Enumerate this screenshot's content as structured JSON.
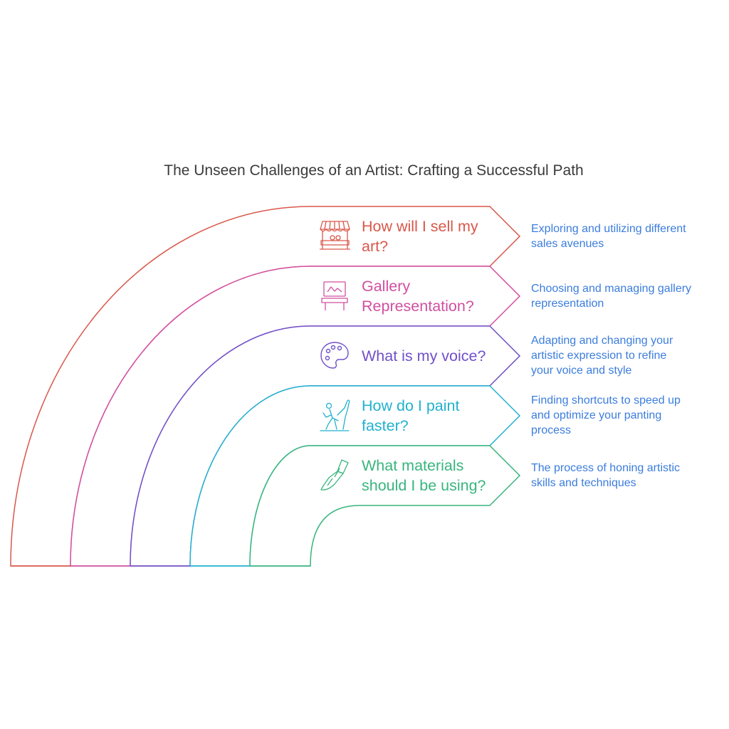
{
  "title": "The Unseen Challenges of an Artist: Crafting a Successful Path",
  "bands": [
    {
      "question_lines": [
        "How will I sell my",
        "art?"
      ],
      "description_lines": [
        "Exploring and utilizing different",
        "sales avenues"
      ],
      "color": "#d9574a",
      "icon": "market-stall-icon"
    },
    {
      "question_lines": [
        "Gallery",
        "Representation?"
      ],
      "description_lines": [
        "Choosing and managing gallery",
        "representation"
      ],
      "color": "#d14fa0",
      "icon": "easel-icon"
    },
    {
      "question_lines": [
        "What is my voice?"
      ],
      "description_lines": [
        "Adapting and changing your",
        "artistic expression to refine",
        "your voice and style"
      ],
      "color": "#7050c8",
      "icon": "palette-icon"
    },
    {
      "question_lines": [
        "How do I paint",
        "faster?"
      ],
      "description_lines": [
        "Finding shortcuts to speed up",
        "and optimize your panting",
        "process"
      ],
      "color": "#22b1cf",
      "icon": "painter-figure-icon"
    },
    {
      "question_lines": [
        "What materials",
        "should I be using?"
      ],
      "description_lines": [
        "The process of honing artistic",
        "skills and techniques"
      ],
      "color": "#38b57e",
      "icon": "paintbrush-icon"
    }
  ],
  "description_color": "#3b7ddd"
}
